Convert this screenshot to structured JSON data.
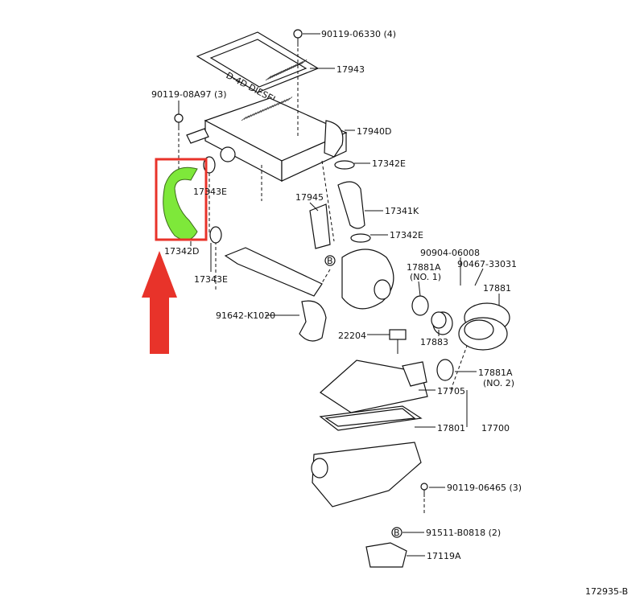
{
  "diagram": {
    "figure_id": "172935-B",
    "labels": {
      "bolt_top": "90119-06330 (4)",
      "cover": "17943",
      "bolt_left": "90119-08A97 (3)",
      "intercooler": "17940D",
      "clamp_right_upper": "17342E",
      "clamp_left_upper": "17343E",
      "bracket": "17945",
      "hose_right": "17341K",
      "clamp_right_lower": "17342E",
      "hose_highlighted": "17342D",
      "clamp_left_lower": "17343E",
      "plug": "90904-06008",
      "clip": "90467-33031",
      "clamp_no1": "17881A",
      "clamp_no1_note": "(NO. 1)",
      "air_hose": "17881",
      "duct": "91642-K1020",
      "sensor": "22204",
      "connector": "17883",
      "clamp_no2": "17881A",
      "clamp_no2_note": "(NO. 2)",
      "cleaner_cap": "17705",
      "element": "17801",
      "cleaner_assy": "17700",
      "bolt_lower": "90119-06465 (3)",
      "bolt_bracket": "91511-B0818 (2)",
      "bracket_lower": "17119A",
      "ref_b": "B"
    },
    "cover_text": "D-4D DIESEL",
    "highlight_color": "#7ee83a",
    "box_color": "#e8332a",
    "arrow_color": "#e8332a"
  }
}
